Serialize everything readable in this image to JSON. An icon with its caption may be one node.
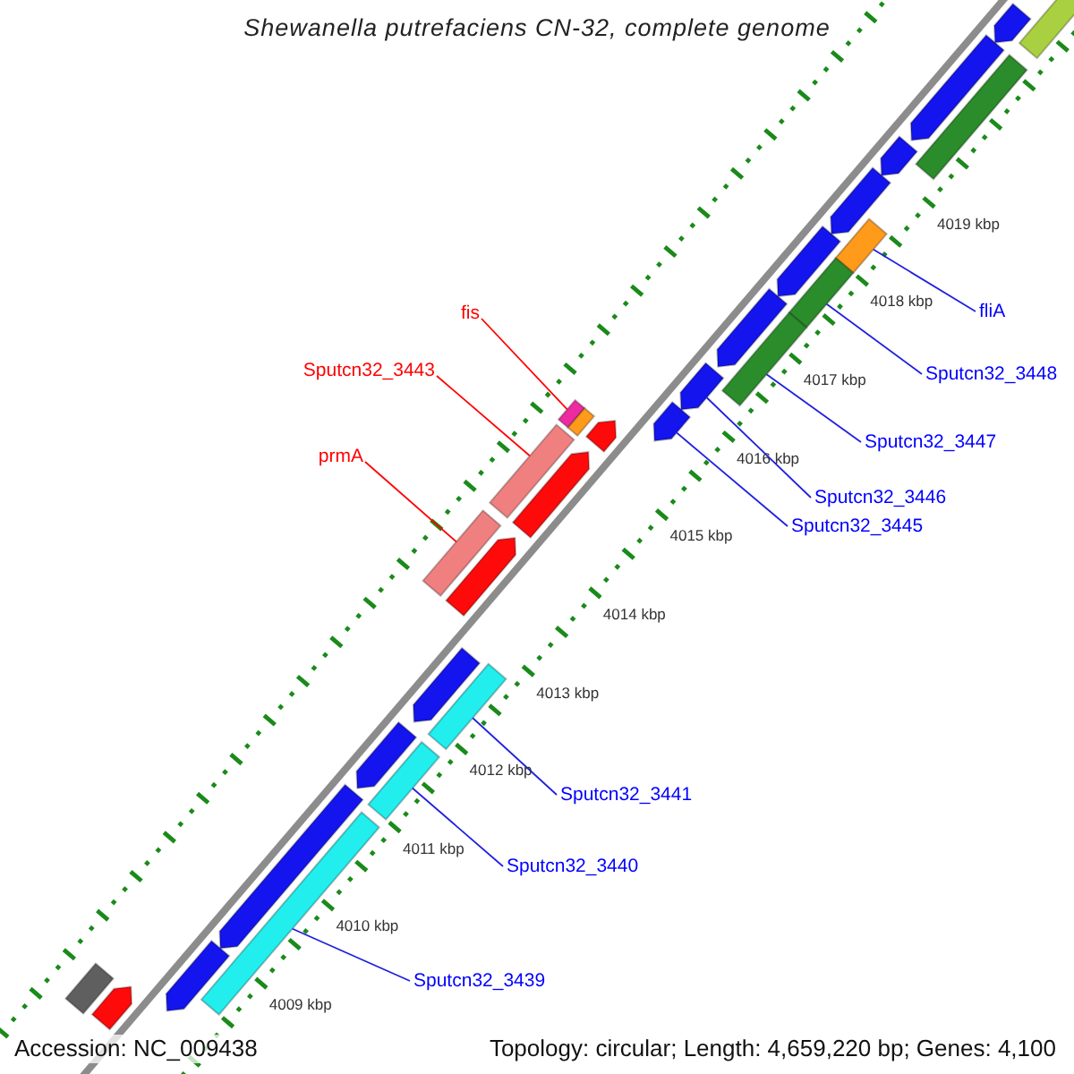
{
  "diagram": {
    "title": "Shewanella putrefaciens CN-32, complete genome",
    "nodes": [
      {
        "text": [
          "fis"
        ]
      },
      {
        "text": [
          "Sputcn32_3443"
        ]
      },
      {
        "text": [
          "prmA"
        ]
      },
      {
        "text": [
          "fliA"
        ]
      },
      {
        "text": [
          "Sputcn32_3448"
        ]
      },
      {
        "text": [
          "Sputcn32_3447"
        ]
      },
      {
        "text": [
          "Sputcn32_3446"
        ]
      },
      {
        "text": [
          "Sputcn32_3445"
        ]
      },
      {
        "text": [
          "Sputcn32_3441"
        ]
      },
      {
        "text": [
          "Sputcn32_3440"
        ]
      },
      {
        "text": [
          "Sputcn32_3439"
        ]
      },
      {
        "text": [],
        "shape": "bar"
      },
      {
        "text": [],
        "shape": "bar"
      },
      {
        "text": [],
        "shape": "bar"
      },
      {
        "text": [],
        "shape": "bar"
      },
      {
        "text": [],
        "shape": "bar"
      },
      {
        "text": [],
        "shape": "bar"
      },
      {
        "text": [],
        "shape": "arrow"
      },
      {
        "text": [],
        "shape": "arrow"
      },
      {
        "text": [],
        "shape": "bar"
      },
      {
        "text": [],
        "shape": "bar"
      },
      {
        "text": [],
        "shape": "bar"
      },
      {
        "text": [],
        "shape": "arrow"
      },
      {
        "text": [],
        "shape": "arrow"
      },
      {
        "text": [],
        "shape": "arrow"
      },
      {
        "text": [],
        "shape": "arrow"
      },
      {
        "text": [],
        "shape": "arrow"
      },
      {
        "text": [],
        "shape": "arrow"
      },
      {
        "text": [],
        "shape": "arrow"
      },
      {
        "text": [],
        "shape": "arrow"
      },
      {
        "text": [],
        "shape": "arrow"
      },
      {
        "text": [],
        "shape": "arrow"
      },
      {
        "text": [],
        "shape": "arrow"
      },
      {
        "text": [],
        "shape": "arrow"
      },
      {
        "text": [],
        "shape": "arrow"
      },
      {
        "text": [],
        "shape": "arrow"
      },
      {
        "text": [],
        "shape": "bar"
      },
      {
        "text": [],
        "shape": "bar"
      },
      {
        "text": [],
        "shape": "bar"
      },
      {
        "text": [],
        "shape": "bar"
      }
    ],
    "edges": [
      {
        "from": 0,
        "to": 11,
        "arrow": "none",
        "color": "#ff0000"
      },
      {
        "from": 1,
        "to": 12,
        "arrow": "none",
        "color": "#ff0000"
      },
      {
        "from": 2,
        "to": 13,
        "arrow": "none",
        "color": "#ff0000"
      },
      {
        "from": 3,
        "to": 14,
        "arrow": "none"
      },
      {
        "from": 4,
        "to": 15,
        "arrow": "none"
      },
      {
        "from": 5,
        "to": 16,
        "arrow": "none"
      },
      {
        "from": 6,
        "to": 17,
        "arrow": "none"
      },
      {
        "from": 7,
        "to": 18,
        "arrow": "none"
      },
      {
        "from": 8,
        "to": 19,
        "arrow": "none"
      },
      {
        "from": 9,
        "to": 20,
        "arrow": "none"
      },
      {
        "from": 10,
        "to": 21,
        "arrow": "none"
      }
    ],
    "labels": [
      "4009 kbp",
      "4010 kbp",
      "4011 kbp",
      "4012 kbp",
      "4013 kbp",
      "4014 kbp",
      "4015 kbp",
      "4016 kbp",
      "4017 kbp",
      "4018 kbp",
      "4019 kbp",
      "Accession: NC_009438",
      "Topology: circular; Length: 4,659,220 bp; Genes: 4,100"
    ]
  }
}
